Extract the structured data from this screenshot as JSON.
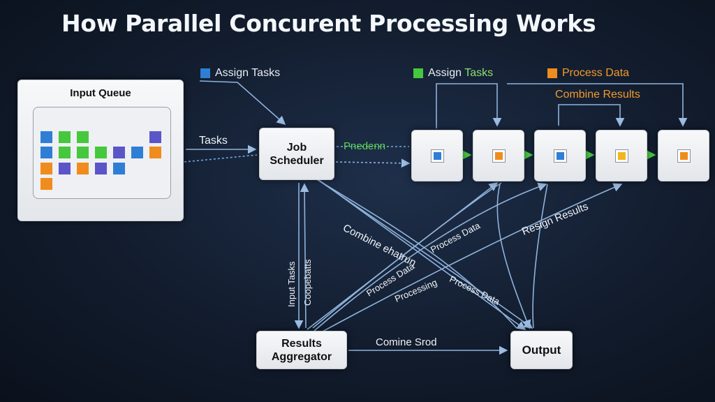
{
  "title": "How Parallel Concurent Processing Works",
  "colors": {
    "blue": "#2f7ed6",
    "green": "#46c83c",
    "orange": "#f08c1e",
    "purple": "#5b56c8",
    "yellow": "#f2b51c",
    "line": "#8fb3dc"
  },
  "legend": {
    "assign_tasks_1": "Assign Tasks",
    "assign_tasks_2_a": "Assign ",
    "assign_tasks_2_b": "Tasks",
    "process_data": "Process Data",
    "combine_results": "Combine Results"
  },
  "input_queue": {
    "label": "Input Queue",
    "tiles": [
      "blue",
      "green",
      "green",
      "purple",
      "blue",
      "green",
      "green",
      "green",
      "purple",
      "blue",
      "orange",
      "orange",
      "purple",
      "orange",
      "purple",
      "blue",
      "orange"
    ]
  },
  "scheduler": {
    "line1": "Job",
    "line2": "Scheduler"
  },
  "worker_cores": [
    "blue",
    "orange",
    "blue",
    "yellow",
    "orange"
  ],
  "aggregator": {
    "line1": "Results",
    "line2": "Aggregator"
  },
  "output": {
    "label": "Output"
  },
  "edge_labels": {
    "tasks": "Tasks",
    "pnedenn": "Pnedenn",
    "combine_ehatrun": "Combine ehatrun",
    "process_data_1": "Process Data",
    "resign_results": "Resign Results",
    "process_data_2": "Process Data",
    "processing": "Processing",
    "process_data_3": "Process Data",
    "input_tasks": "Input Tasks",
    "coopebatts": "Coopebatts",
    "comine_srod": "Comine Srod"
  }
}
